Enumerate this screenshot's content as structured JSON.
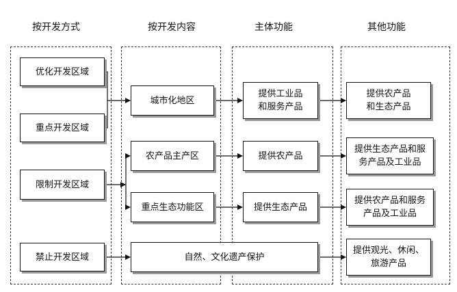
{
  "headers": [
    "按开发方式",
    "按开发内容",
    "主体功能",
    "其他功能"
  ],
  "boxes": {
    "optimize": "优化开发区域",
    "key": "重点开发区域",
    "limit": "限制开发区域",
    "forbid": "禁止开发区域",
    "urban": "城市化地区",
    "agri": "农产品主产区",
    "eco": "重点生态功能区",
    "heritage": "自然、文化遗产保护",
    "main_urban": "提供工业品\n和服务产品",
    "main_agri": "提供农产品",
    "main_eco": "提供生态产品",
    "other_urban": "提供农产品\n和生态产品",
    "other_agri": "提供生态产品和服\n务产品及工业品",
    "other_eco": "提供农产品和服务\n产品及工业品",
    "other_heritage": "提供观光、休闲、\n旅游产品"
  },
  "colors": {
    "line": "#111111",
    "shadow": "#9a9a9a",
    "border": "#333333"
  }
}
